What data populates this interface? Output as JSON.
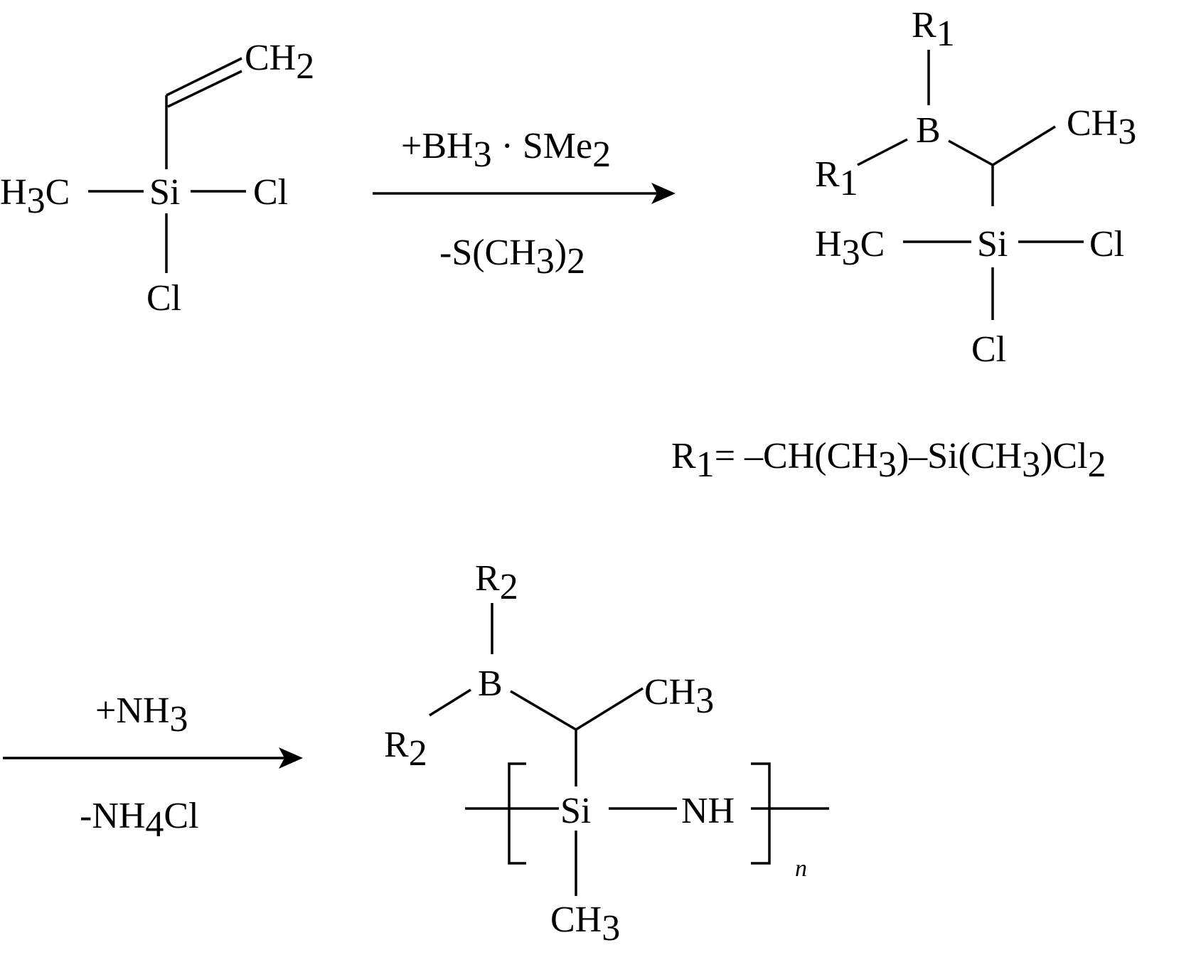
{
  "reactant": {
    "ch2": "CH",
    "ch2_sub": "2",
    "si": "Si",
    "h3c": "H",
    "h3c_sub": "3",
    "h3c_tail": "C",
    "cl_right": "Cl",
    "cl_bottom": "Cl"
  },
  "step1": {
    "reagent_above": {
      "pre": "+BH",
      "sub1": "3",
      "mid": " · SMe",
      "sub2": "2"
    },
    "reagent_below": {
      "pre": "-S(CH",
      "sub1": "3",
      "mid": ")",
      "sub2": "2"
    }
  },
  "intermediate": {
    "r1_top": "R",
    "r1_top_sub": "1",
    "b": "B",
    "ch3": "CH",
    "ch3_sub": "3",
    "r1_left": "R",
    "r1_left_sub": "1",
    "h3c": "H",
    "h3c_sub": "3",
    "h3c_tail": "C",
    "si": "Si",
    "cl_right": "Cl",
    "cl_bottom": "Cl"
  },
  "r1_definition": {
    "r": "R",
    "r_sub": "1",
    "eq": "= –CH(CH",
    "sub_a": "3",
    "mid": ")–Si(CH",
    "sub_b": "3",
    "tail": ")Cl",
    "sub_c": "2"
  },
  "step2": {
    "reagent_above": {
      "pre": "+NH",
      "sub1": "3"
    },
    "reagent_below": {
      "pre": "-NH",
      "sub1": "4",
      "tail": "Cl"
    }
  },
  "product": {
    "r2_top": "R",
    "r2_top_sub": "2",
    "b": "B",
    "ch3_top": "CH",
    "ch3_top_sub": "3",
    "r2_left": "R",
    "r2_left_sub": "2",
    "si": "Si",
    "nh": "NH",
    "n": "n",
    "ch3_bottom": "CH",
    "ch3_bottom_sub": "3"
  }
}
